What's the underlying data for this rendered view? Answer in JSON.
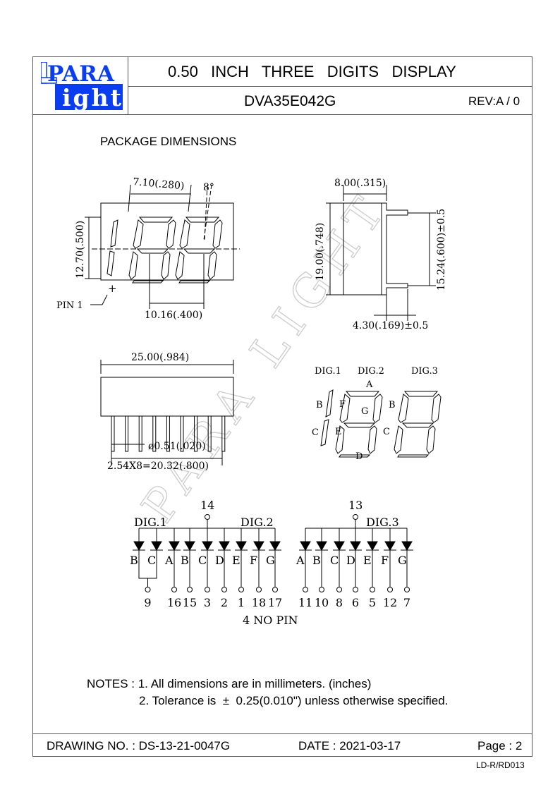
{
  "header": {
    "logo_text": "PARA light",
    "title": "0.50   INCH   THREE   DIGITS   DISPLAY",
    "part_number": "DVA35E042G",
    "revision": "REV:A / 0"
  },
  "section_title": "PACKAGE DIMENSIONS",
  "front_view": {
    "digit_width": "7.10(.280)",
    "slant": "8°",
    "height": "12.70(.500)",
    "pin1": "PIN 1",
    "digit_pitch": "10.16(.400)",
    "plus": "+"
  },
  "side_view": {
    "depth": "8.00(.315)",
    "height": "19.00(.748)",
    "pin_row_spacing": "15.24(.600)±0.5",
    "pin_length": "4.30(.169)±0.5"
  },
  "bottom_view": {
    "width": "25.00(.984)",
    "pin_diameter": "ø0.51(.020)",
    "pin_pitch": "2.54X8=20.32(.800)"
  },
  "segment_diagram": {
    "digits": [
      "DIG.1",
      "DIG.2",
      "DIG.3"
    ],
    "labels": {
      "a": "A",
      "b1": "B",
      "f": "F",
      "g": "G",
      "b2": "B",
      "c1": "C",
      "e": "E",
      "c2": "C",
      "d": "D"
    }
  },
  "circuit": {
    "common_pins": [
      "14",
      "13"
    ],
    "group_labels": [
      "DIG.1",
      "DIG.2",
      "DIG.3"
    ],
    "group1": {
      "segments": [
        "B",
        "C",
        "A",
        "B",
        "C",
        "D",
        "E",
        "F",
        "G"
      ],
      "pins": [
        "9",
        "16",
        "15",
        "3",
        "2",
        "1",
        "18",
        "17"
      ]
    },
    "group2": {
      "segments": [
        "A",
        "B",
        "C",
        "D",
        "E",
        "F",
        "G"
      ],
      "pins": [
        "11",
        "10",
        "8",
        "6",
        "5",
        "12",
        "7"
      ]
    },
    "no_pin_note": "4 NO PIN"
  },
  "watermark": "PARA LIGHT",
  "notes": {
    "line1": "NOTES : 1. All dimensions are in millimeters. (inches)",
    "line2": "2. Tolerance is  ±  0.25(0.010\") unless otherwise specified."
  },
  "footer": {
    "drawing_no": "DRAWING NO. : DS-13-21-0047G",
    "date": "DATE : 2021-03-17",
    "page": "Page : 2",
    "form_code": "LD-R/RD013"
  },
  "colors": {
    "logo_blue": "#0a3cf0",
    "line": "#555555"
  }
}
